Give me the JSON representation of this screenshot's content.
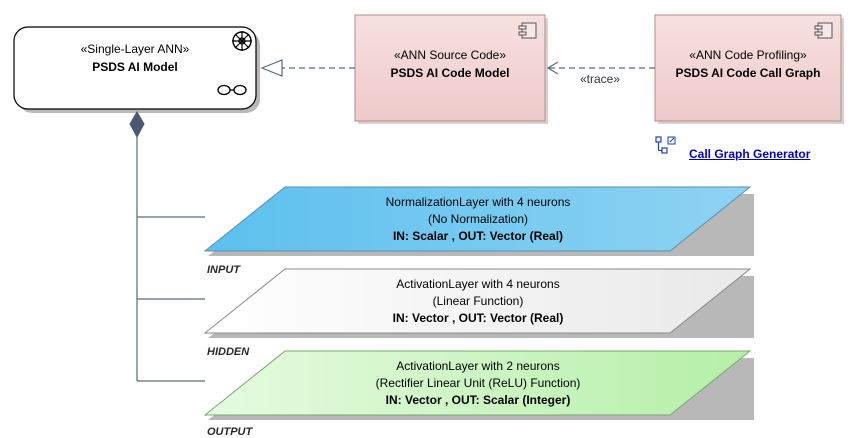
{
  "model": {
    "stereotype": "«Single-Layer ANN»",
    "name": "PSDS AI Model"
  },
  "source_code": {
    "stereotype": "«ANN Source Code»",
    "name": "PSDS AI Code Model"
  },
  "profiling": {
    "stereotype": "«ANN Code Profiling»",
    "name": "PSDS AI Code Call Graph"
  },
  "trace_label": "«trace»",
  "link": {
    "label": "Call Graph Generator"
  },
  "layers": [
    {
      "line1": "NormalizationLayer with 4 neurons",
      "line2": "(No Normalization)",
      "line3": "IN: Scalar , OUT: Vector (Real)",
      "tag": "INPUT",
      "color": "#6ec6ee"
    },
    {
      "line1": "ActivationLayer with 4 neurons",
      "line2": "(Linear Function)",
      "line3": "IN: Vector , OUT: Vector (Real)",
      "tag": "HIDDEN",
      "color": "#f2f2f2"
    },
    {
      "line1": "ActivationLayer with 2 neurons",
      "line2": "(Rectifier Linear Unit (ReLU) Function)",
      "line3": "IN: Vector , OUT: Scalar (Integer)",
      "tag": "OUTPUT",
      "color": "#c8f5c0"
    }
  ],
  "icons": {
    "model_top": "neural-net-icon",
    "model_bottom": "infinity-glasses-icon",
    "component": "component-icon",
    "hyperlink": "diagram-link-icon"
  }
}
